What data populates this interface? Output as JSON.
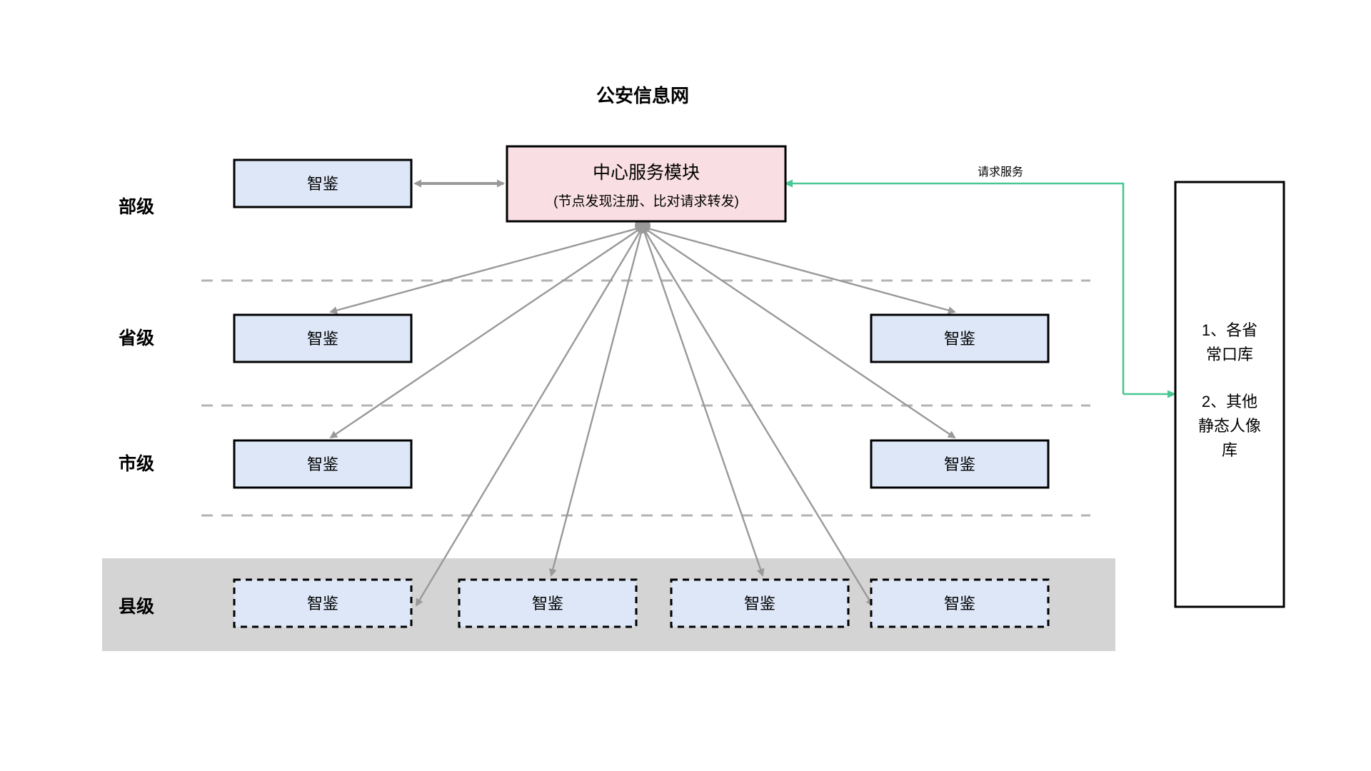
{
  "diagram": {
    "title": "公安信息网",
    "levels": [
      {
        "id": "ministry",
        "label": "部级"
      },
      {
        "id": "province",
        "label": "省级"
      },
      {
        "id": "city",
        "label": "市级"
      },
      {
        "id": "county",
        "label": "县级"
      }
    ],
    "center": {
      "title": "中心服务模块",
      "subtitle": "(节点发现注册、比对请求转发)",
      "fill": "#f9dfe3",
      "stroke": "#000000"
    },
    "nodes": {
      "label": "智鉴",
      "fill": "#dde7f8",
      "stroke": "#000000",
      "ministry": [
        {
          "label": "智鉴"
        }
      ],
      "province": [
        {
          "label": "智鉴"
        },
        {
          "label": "智鉴"
        }
      ],
      "city": [
        {
          "label": "智鉴"
        },
        {
          "label": "智鉴"
        }
      ],
      "county": [
        {
          "label": "智鉴"
        },
        {
          "label": "智鉴"
        },
        {
          "label": "智鉴"
        },
        {
          "label": "智鉴"
        }
      ]
    },
    "database": {
      "line1": "1、各省",
      "line2": "常口库",
      "line3": "2、其他",
      "line4": "静态人像",
      "line5": "库"
    },
    "edges": {
      "request_service_label": "请求服务",
      "request_service_color": "#4ac795",
      "spoke_color": "#999999",
      "separator_color": "#b3b3b3",
      "county_band_color": "#d4d4d4"
    }
  }
}
